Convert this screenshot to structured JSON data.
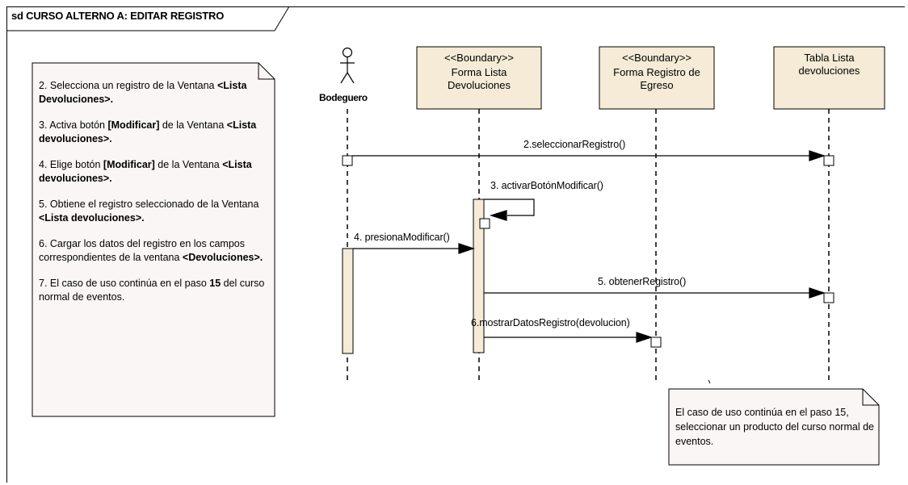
{
  "frame": {
    "title": "sd CURSO ALTERNO A: EDITAR REGISTRO"
  },
  "steps_note": {
    "steps": [
      {
        "text": "2. Selecciona un registro de la Ventana ",
        "bold": "<Lista Devoluciones>."
      },
      {
        "text": "3. Activa botón ",
        "bold1": "[Modificar]",
        "text2": " de la Ventana ",
        "bold": "<Lista devoluciones>."
      },
      {
        "text": "4. Elige botón ",
        "bold1": "[Modificar]",
        "text2": " de la Ventana ",
        "bold": "<Lista devoluciones>."
      },
      {
        "text": "5. Obtiene el registro seleccionado de la Ventana ",
        "bold": "<Lista devoluciones>."
      },
      {
        "text": "6. Cargar los datos del registro en los campos correspondientes de la ventana ",
        "bold": "<Devoluciones>."
      },
      {
        "text": "7. El caso de uso continúa en el paso ",
        "bold1": "15",
        "text2": " del curso normal de eventos."
      }
    ]
  },
  "lifelines": {
    "actor": {
      "name": "Bodeguero"
    },
    "forma_lista": {
      "stereotype": "<<Boundary>>",
      "name": "Forma  Lista Devoluciones"
    },
    "forma_registro": {
      "stereotype": "<<Boundary>>",
      "name": "Forma Registro de Egreso"
    },
    "tabla": {
      "name": "Tabla Lista devoluciones"
    }
  },
  "messages": {
    "m2": "2.seleccionarRegistro()",
    "m3": "3. activarBotónModificar()",
    "m4": "4. presionaModificar()",
    "m5": "5. obtenerRegistro()",
    "m6": "6.mostrarDatosRegistro(devolucion)"
  },
  "end_note": {
    "text": "El caso de uso continúa en el paso 15, seleccionar un producto del curso normal de eventos."
  },
  "colors": {
    "box_fill": "#f5ebd6",
    "note_fill": "#fbf6f6",
    "line": "#000000"
  }
}
